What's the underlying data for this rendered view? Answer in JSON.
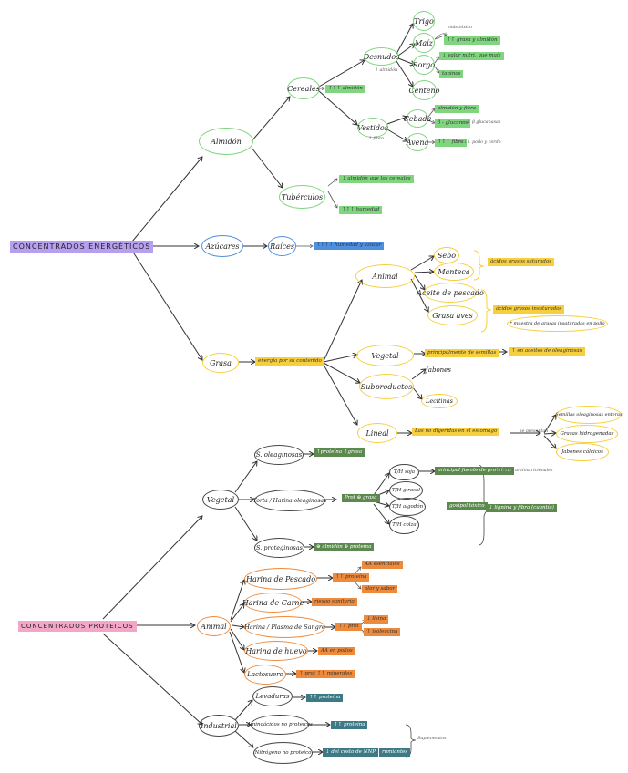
{
  "colors": {
    "green": "#7fd67f",
    "blue": "#4f8fe0",
    "yellow": "#f7cf3c",
    "darkgreen": "#5c8a4e",
    "orange": "#ee8a3c",
    "teal": "#3d7a86",
    "purple": "#b79ff0",
    "pink": "#f3a6c8"
  },
  "energeticos": {
    "title": "CONCENTRADOS ENERGÉTICOS",
    "almidon": "Almidón",
    "cereales": "Cereales",
    "cereales_hl": "↑↑↑ almidón",
    "desnudos": "Desnudos",
    "desnudos_note": "↑ almidón",
    "trigo": "Trigo",
    "maiz": "Maíz",
    "maiz_note": "más tóxico",
    "maiz_hl": "↑↑ grasa y almidón",
    "sorgo": "Sorgo",
    "sorgo_hl1": "↓ valor nutri. que maíz",
    "sorgo_hl2": "taninos",
    "centeno": "Centeno",
    "vestidos": "Vestidos",
    "vestidos_note": "↑ fibra",
    "cebada": "Cebada",
    "cebada_hl1": "almidón y fibra",
    "cebada_hl2": "β - glucanos",
    "cebada_note": "→ ↓ β glucanasas",
    "avena": "Avena",
    "avena_hl": "↑↑↑ fibra",
    "avena_note": "→ ↓↓ pollo y cerdo",
    "tuberculos": "Tubérculos",
    "tub_hl1": "↓ almidón que los cereales",
    "tub_hl2": "↑↑↑ humedad",
    "azucares": "Azúcares",
    "raices": "Raíces",
    "raices_hl": "↑↑↑↑ humedad y azúcar",
    "grasa": "Grasa",
    "grasa_hl": "energía por su contenido",
    "animal": "Animal",
    "sebo": "Sebo",
    "manteca": "Manteca",
    "animal_hl1": "ácidos grasos saturados",
    "aceite_pescado": "Aceite de pescado",
    "grasa_aves": "Grasa aves",
    "animal_hl2": "ácidos grasos insaturados",
    "animal_hl3": "* muestra de grasas insaturadas en pollo",
    "vegetal": "Vegetal",
    "vegetal_hl1": "principalmente de semillas",
    "vegetal_hl2": "↑ en aceites de oleaginosas",
    "subproductos": "Subproductos",
    "jabones": "Jabones",
    "lecitinas": "Lecitinas",
    "jabones_calcicos_hl": "Jabones cálcicos",
    "lineal": "Lineal",
    "lineal_hl": "Las no digeridas en el estomago",
    "lineal_note": "se presentan",
    "semillas": "Semillas oleaginosas enteras",
    "grasas_hidro": "Grasas hidrogenadas",
    "jabones_calcicos": "Jabones cálcicos"
  },
  "proteicos": {
    "title": "CONCENTRADOS PROTEICOS",
    "vegetal": "Vegetal",
    "s_oleaginosas": "S. oleaginosas",
    "s_oleaginosas_hl": "↑proteína ↑grasa",
    "torta": "Torta / Harina oleaginosas",
    "torta_hl": "Prot ⊕ grasa",
    "th_soja": "T/H soja",
    "th_soja_hl": "principal fuente de proteínas",
    "th_soja_note": "factores antinutricionales",
    "th_girasol": "T/H girasol",
    "th_algodon": "T/H algodón",
    "th_algodon_hl": "gosipol tóxico",
    "th_colza": "T/H colza",
    "colza_hl": "↓ lignina y fibra (cuantía)",
    "s_proteginosas": "S. proteginosas",
    "s_proteginosas_hl": "⊕ almidón ⊕ proteína",
    "animal": "Animal",
    "harina_pescado": "Harina de Pescado",
    "pescado_hl": "↑↑ proteína",
    "pescado_hl2": "AA esenciales",
    "pescado_hl3": "olor y sabor",
    "harina_carne": "Harina de Carne",
    "carne_hl": "riesgo sanitario",
    "harina_sangre": "Harina / Plasma de Sangre",
    "sangre_hl": "↑↑ prot",
    "sangre_hl2": "↓ lisina",
    "sangre_hl3": "↑ isoleucina",
    "harina_huevo": "Harina de huevo",
    "huevo_hl": "AA en pollos",
    "lactosuero": "Lactosuero",
    "lacto_hl": "↑ prot ↑↑ minerales",
    "industrial": "Industrial",
    "levaduras": "Levaduras",
    "levaduras_hl": "↑↑ proteína",
    "aminoacidos": "Aminoácidos no proteicos",
    "aminoacidos_hl": "↑↑ proteína",
    "nitrogeno": "Nitrógeno no proteico",
    "nitrogeno_hl": "↓ del costo de NNP",
    "nitrogeno_hl2": "rumiantes",
    "suplementos": "Suplementos"
  }
}
